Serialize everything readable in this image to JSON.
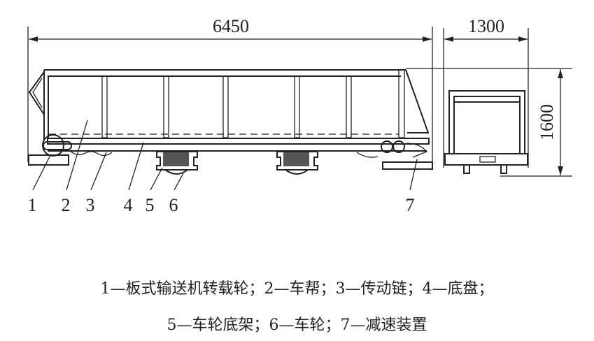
{
  "dimensions": {
    "length": "6450",
    "width": "1300",
    "height": "1600"
  },
  "part_labels": [
    "1",
    "2",
    "3",
    "4",
    "5",
    "6",
    "7"
  ],
  "caption": {
    "line1": "1—板式输送机转载轮；2—车帮；3—传动链；4—底盘；",
    "line2": "5—车轮底架；6—车轮；7—减速装置"
  }
}
